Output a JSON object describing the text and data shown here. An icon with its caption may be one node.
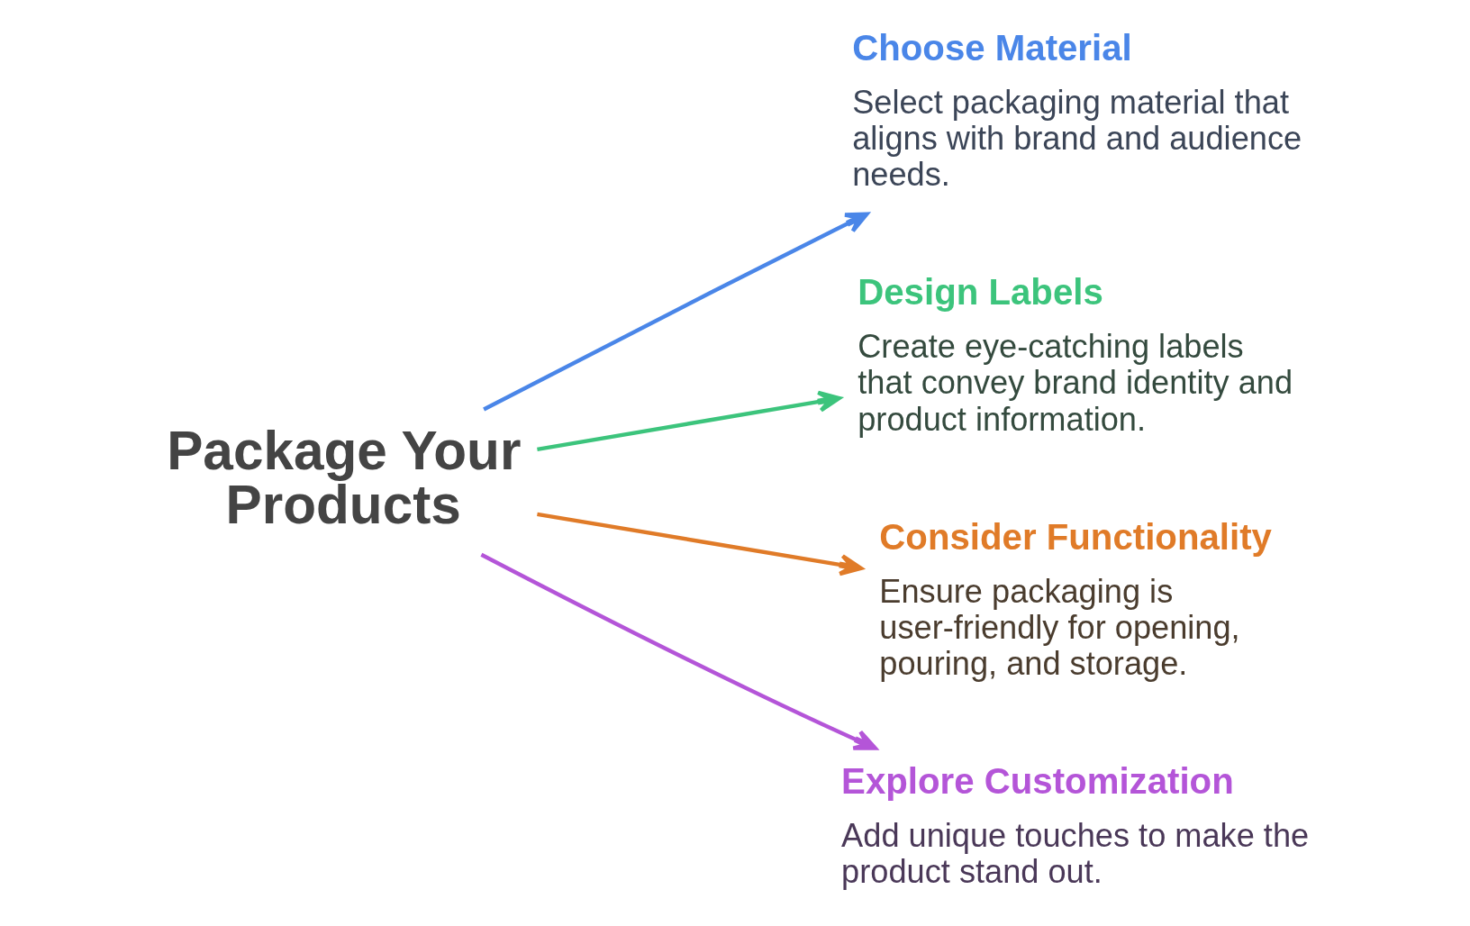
{
  "diagram": {
    "nodes": [
      {
        "text": [
          "Package Your Products"
        ]
      },
      {
        "text": [
          "Choose Material",
          "Select packaging material that aligns with brand and audience needs."
        ]
      },
      {
        "text": [
          "Design Labels",
          "Create eye-catching labels that convey brand identity and product information."
        ]
      },
      {
        "text": [
          "Consider Functionality",
          "Ensure packaging is user-friendly for opening, pouring, and storage."
        ]
      },
      {
        "text": [
          "Explore Customization",
          "Add unique touches to make the product stand out."
        ]
      }
    ],
    "edges": [
      {
        "from": 0,
        "to": 1,
        "arrow": "to",
        "color": "#4a86e8"
      },
      {
        "from": 0,
        "to": 2,
        "arrow": "to",
        "color": "#3cc47c"
      },
      {
        "from": 0,
        "to": 3,
        "arrow": "to",
        "color": "#e07b28"
      },
      {
        "from": 0,
        "to": 4,
        "arrow": "to",
        "color": "#b455d8"
      }
    ]
  }
}
